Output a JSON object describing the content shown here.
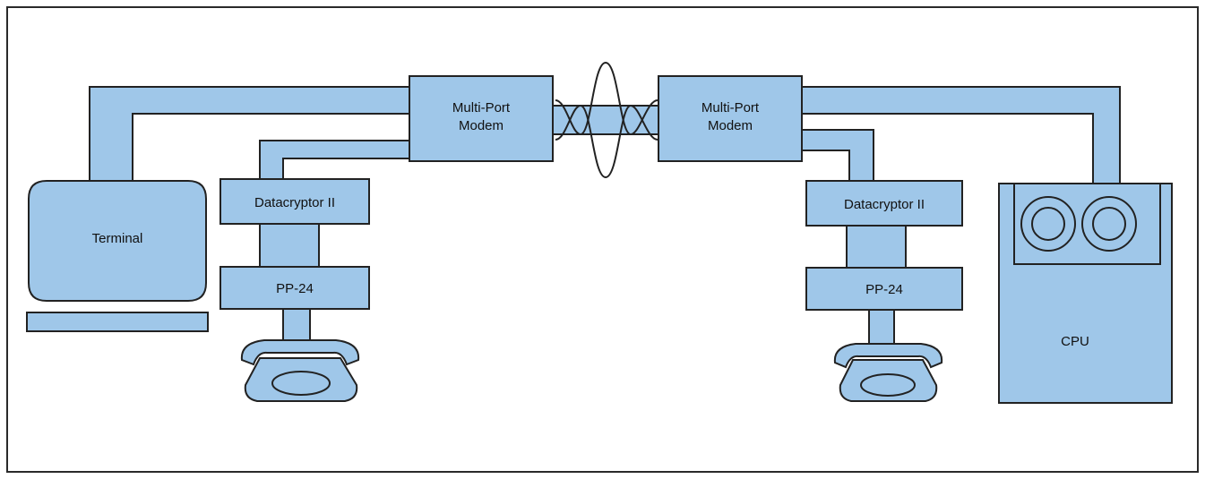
{
  "components": {
    "modem_left": {
      "line1": "Multi-Port",
      "line2": "Modem"
    },
    "modem_right": {
      "line1": "Multi-Port",
      "line2": "Modem"
    },
    "terminal": "Terminal",
    "datacryptor_left": "Datacryptor II",
    "datacryptor_right": "Datacryptor II",
    "pp24_left": "PP-24",
    "pp24_right": "PP-24",
    "cpu": "CPU"
  },
  "colors": {
    "fill": "#9fc7e9",
    "outline": "#222222",
    "background": "#ffffff"
  }
}
